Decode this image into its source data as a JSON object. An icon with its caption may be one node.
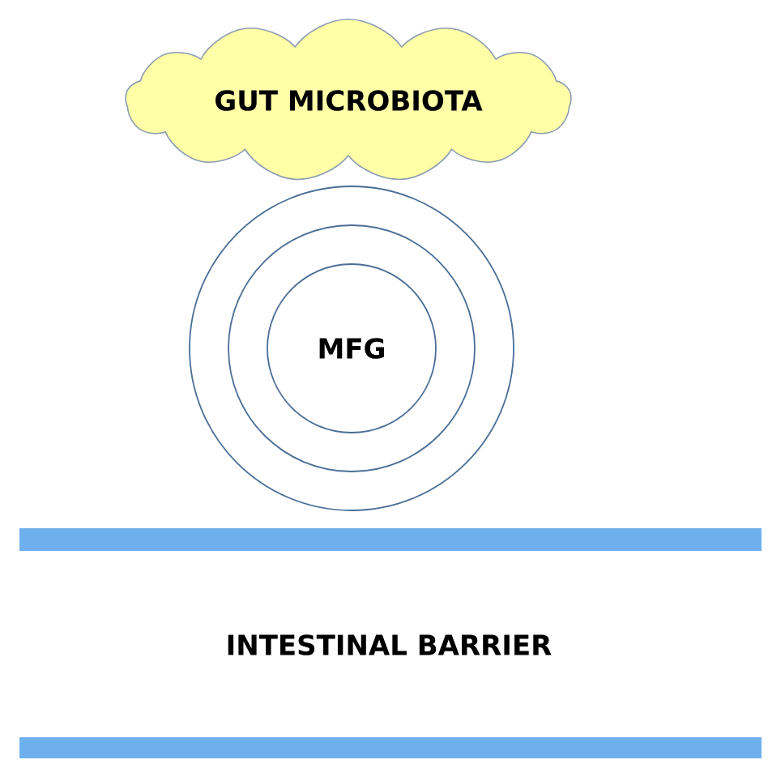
{
  "diagram": {
    "nodes": [
      {
        "text": [
          "GUT MICROBIOTA"
        ]
      },
      {
        "text": [
          "MFG"
        ]
      },
      {
        "text": [
          "INTESTINAL BARRIER"
        ]
      }
    ]
  }
}
